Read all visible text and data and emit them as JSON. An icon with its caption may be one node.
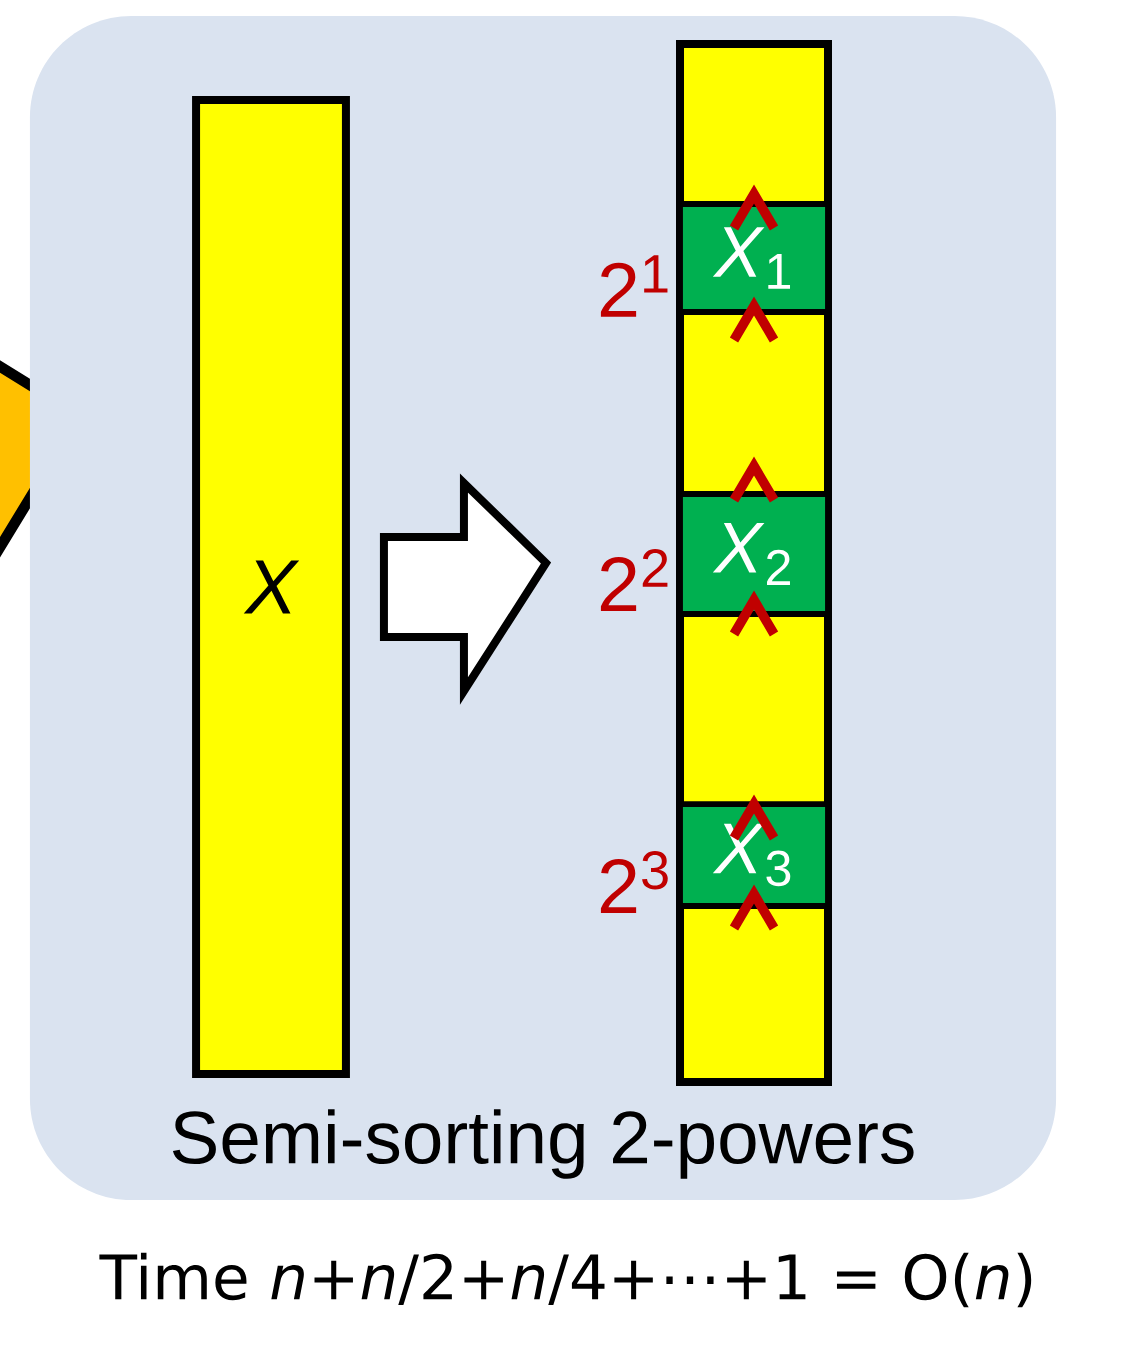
{
  "diagram": {
    "caption": "Time *n*+*n*/2+*n*/4+⋯+1 = O(*n*)",
    "nodes": [
      {
        "text": [
          "Semi-sorting 2-powers"
        ]
      },
      {
        "text": [
          "X"
        ],
        "in": 0
      },
      {
        "text": [],
        "shape": "bar",
        "in": 0
      },
      {
        "text": [
          "*X*$_{1}$"
        ],
        "in": 2
      },
      {
        "text": [
          "*X*$_{2}$"
        ],
        "in": 2
      },
      {
        "text": [
          "*X*$_{3}$"
        ],
        "in": 2
      }
    ],
    "edges": [
      {
        "from": 1,
        "to": 2,
        "arrow": "to",
        "style": "thick"
      }
    ],
    "labels": [
      "2$^{1}$",
      "2$^{2}$",
      "2$^{3}$"
    ]
  }
}
